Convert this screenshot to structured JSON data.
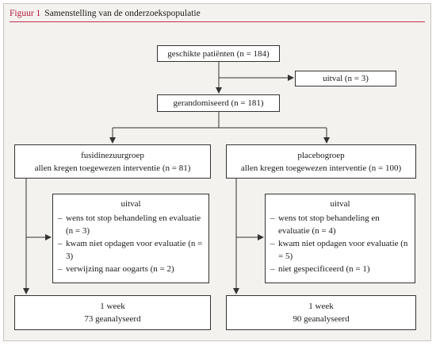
{
  "caption": {
    "label": "Figuur 1",
    "title": "Samenstelling van de onderzoekspopulatie"
  },
  "eligible": {
    "text": "geschikte patiënten (n = 184)"
  },
  "dropout_top": {
    "text": "uitval (n = 3)"
  },
  "randomized": {
    "text": "gerandomiseerd (n = 181)"
  },
  "arms": [
    {
      "name": "fusidinezuurgroep",
      "allocation": "allen kregen toegewezen interventie (n = 81)",
      "dropout": {
        "title": "uitval",
        "items": [
          "wens tot stop behandeling en evaluatie (n = 3)",
          "kwam niet opdagen voor evaluatie (n = 3)",
          "verwijzing naar oogarts (n = 2)"
        ]
      },
      "outcome": {
        "period": "1 week",
        "analyzed": "73 geanalyseerd"
      }
    },
    {
      "name": "placebogroep",
      "allocation": "allen kregen toegewezen interventie (n = 100)",
      "dropout": {
        "title": "uitval",
        "items": [
          "wens tot stop behandeling en evaluatie (n = 4)",
          "kwam niet opdagen voor evaluatie (n = 5)",
          "niet gespecificeerd (n = 1)"
        ]
      },
      "outcome": {
        "period": "1 week",
        "analyzed": "90 geanalyseerd"
      }
    }
  ],
  "colors": {
    "caption_accent": "#b5173a",
    "frame_bg": "#f4f2ee",
    "line": "#333333"
  }
}
